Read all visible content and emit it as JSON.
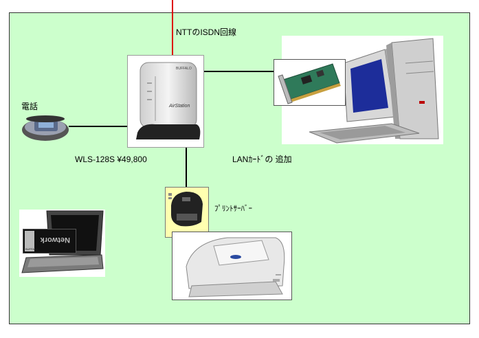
{
  "labels": {
    "isdn_line": "NTTのISDN回線",
    "phone": "電話",
    "router_model_price": "WLS-128S ¥49,800",
    "lan_card": "LANｶｰﾄﾞの 追加",
    "print_server": "ﾌﾟﾘﾝﾄｻｰﾊﾞｰ"
  },
  "device_text": {
    "router_brand": "BUFFALO",
    "router_logo": "AirStation",
    "pc_card_text": "Network",
    "pc_card_brand": "BUFFALO"
  },
  "colors": {
    "background": "#ccffcc",
    "isdn_wire": "#dd0000",
    "wire": "#000000",
    "print_server_box": "#ffffb0"
  },
  "icons": [
    "router-icon",
    "telephone-icon",
    "desktop-pc-icon",
    "lan-card-icon",
    "laptop-icon",
    "pc-card-icon",
    "print-server-icon",
    "printer-icon"
  ]
}
